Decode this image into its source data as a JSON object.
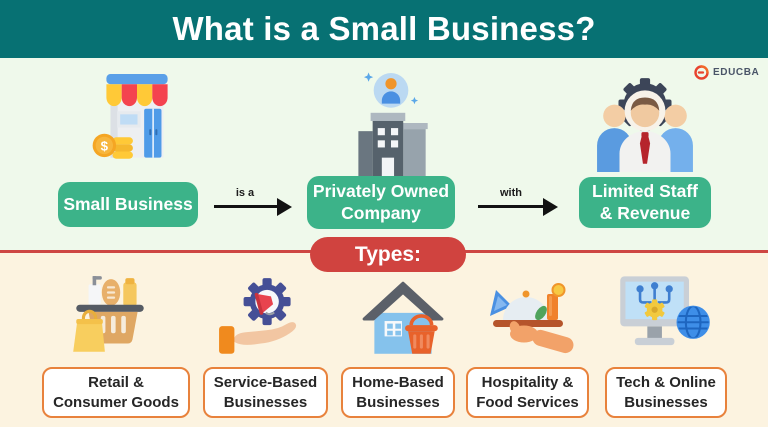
{
  "header": {
    "title": "What is a Small Business?"
  },
  "logo": {
    "text": "EDUCBA",
    "icon": "educba-e-icon"
  },
  "flow": {
    "nodes": [
      {
        "icon": "storefront-icon",
        "lines": [
          "Small Business"
        ]
      },
      {
        "icon": "company-building-icon",
        "lines": [
          "Privately Owned",
          "Company"
        ]
      },
      {
        "icon": "team-gear-icon",
        "lines": [
          "Limited Staff",
          "& Revenue"
        ]
      }
    ],
    "connectors": [
      {
        "label": "is a"
      },
      {
        "label": "with"
      }
    ]
  },
  "types": {
    "banner_label": "Types:",
    "items": [
      {
        "icon": "shopping-basket-icon",
        "lines": [
          "Retail &",
          "Consumer Goods"
        ]
      },
      {
        "icon": "hand-gear-megaphone-icon",
        "lines": [
          "Service-Based",
          "Businesses"
        ]
      },
      {
        "icon": "house-basket-icon",
        "lines": [
          "Home-Based",
          "Businesses"
        ]
      },
      {
        "icon": "serving-tray-icon",
        "lines": [
          "Hospitality &",
          "Food Services"
        ]
      },
      {
        "icon": "computer-globe-icon",
        "lines": [
          "Tech & Online",
          "Businesses"
        ]
      }
    ]
  },
  "colors": {
    "header_bg": "#077173",
    "definition_bg": "#EFF9EB",
    "types_bg": "#FCF3E0",
    "node_green": "#3CB389",
    "banner_red": "#D0433F",
    "card_border_orange": "#E8823C",
    "text_dark": "#262626"
  }
}
